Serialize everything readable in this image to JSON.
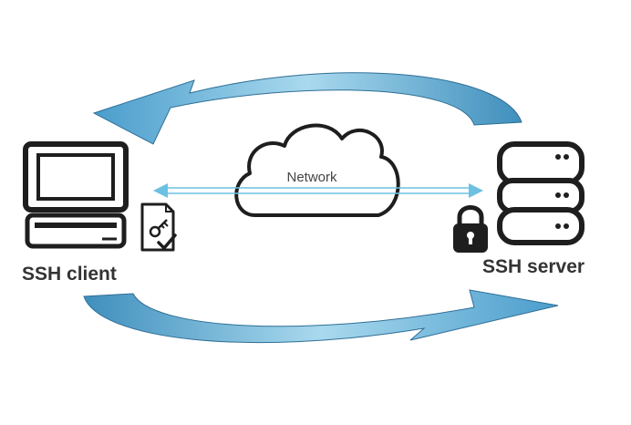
{
  "labels": {
    "client": "SSH client",
    "server": "SSH server",
    "network": "Network"
  },
  "icons": {
    "client": "desktop-computer-icon",
    "server": "database-server-icon",
    "lock": "padlock-icon",
    "key_doc": "key-certificate-icon",
    "cloud": "cloud-icon"
  },
  "colors": {
    "arrow_light": "#8fcbe6",
    "arrow_dark": "#3b8fbf",
    "link_line": "#6cc0e2",
    "outline": "#222222",
    "label": "#333333"
  }
}
